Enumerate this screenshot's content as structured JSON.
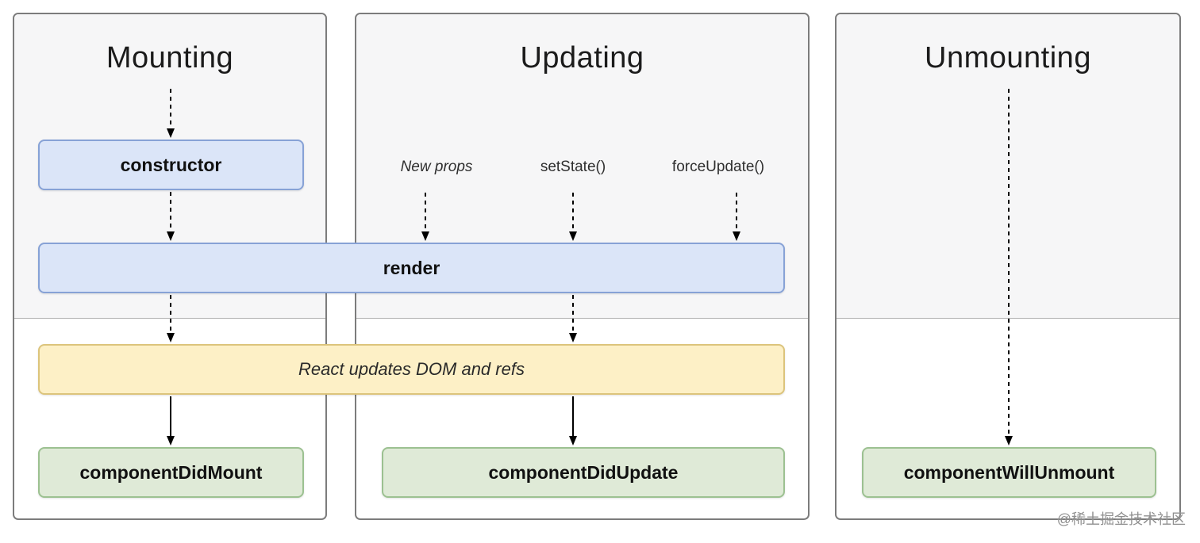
{
  "columns": [
    {
      "title": "Mounting"
    },
    {
      "title": "Updating"
    },
    {
      "title": "Unmounting"
    }
  ],
  "boxes": {
    "constructor": "constructor",
    "render": "render",
    "react_updates_dom": "React updates DOM and refs",
    "component_did_mount": "componentDidMount",
    "component_did_update": "componentDidUpdate",
    "component_will_unmount": "componentWillUnmount"
  },
  "updating_triggers": [
    {
      "label": "New props"
    },
    {
      "label": "setState()"
    },
    {
      "label": "forceUpdate()"
    }
  ],
  "watermark": "@稀土掘金技术社区",
  "colors": {
    "box_blue_bg": "#dbe5f8",
    "box_blue_border": "#87a2d6",
    "box_yellow_bg": "#fdf0c6",
    "box_yellow_border": "#dcc47c",
    "box_green_bg": "#dfead7",
    "box_green_border": "#9cc191",
    "panel_top_bg": "#f6f6f7",
    "panel_border": "#7c7c7c",
    "divider": "#b0b0b0"
  }
}
